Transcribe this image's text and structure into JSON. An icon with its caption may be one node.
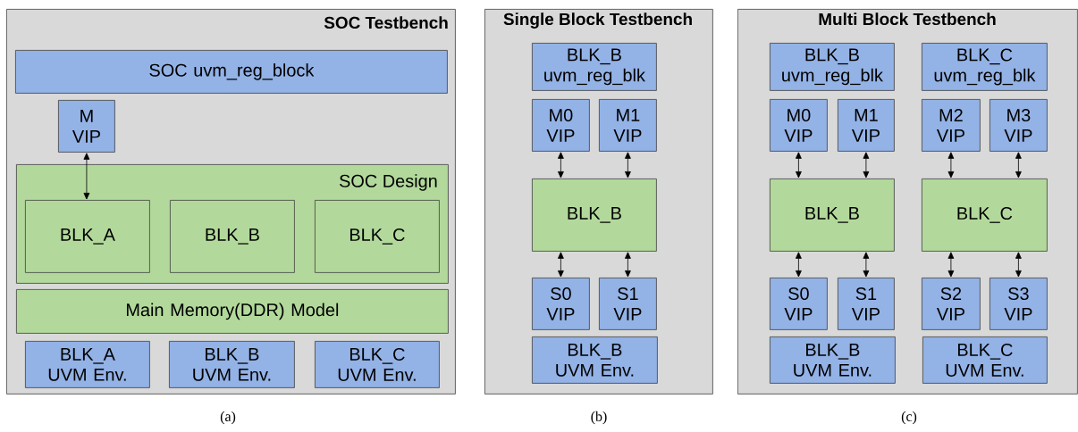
{
  "diagram": {
    "nodes": [
      {
        "text": [
          "SOC Testbench"
        ]
      },
      {
        "text": [
          "SOC uvm_reg_block"
        ],
        "in": 0
      },
      {
        "text": [
          "M VIP"
        ],
        "in": 0
      },
      {
        "text": [
          "SOC Design"
        ],
        "in": 0
      },
      {
        "text": [
          "BLK_A"
        ],
        "in": 3
      },
      {
        "text": [
          "BLK_B"
        ],
        "in": 3
      },
      {
        "text": [
          "BLK_C"
        ],
        "in": 3
      },
      {
        "text": [
          "Main Memory(DDR) Model"
        ],
        "in": 0
      },
      {
        "text": [
          "BLK_A UVM Env."
        ],
        "in": 0
      },
      {
        "text": [
          "BLK_B UVM Env."
        ],
        "in": 0
      },
      {
        "text": [
          "BLK_C UVM Env."
        ],
        "in": 0
      },
      {
        "text": [
          "Single Block Testbench"
        ]
      },
      {
        "text": [
          "BLK_B uvm_reg_blk"
        ],
        "in": 11
      },
      {
        "text": [
          "M0 VIP"
        ],
        "in": 11
      },
      {
        "text": [
          "M1 VIP"
        ],
        "in": 11
      },
      {
        "text": [
          "BLK_B"
        ],
        "in": 11
      },
      {
        "text": [
          "S0 VIP"
        ],
        "in": 11
      },
      {
        "text": [
          "S1 VIP"
        ],
        "in": 11
      },
      {
        "text": [
          "BLK_B UVM Env."
        ],
        "in": 11
      },
      {
        "text": [
          "Multi Block Testbench"
        ]
      },
      {
        "text": [
          "BLK_B uvm_reg_blk"
        ],
        "in": 19
      },
      {
        "text": [
          "BLK_C uvm_reg_blk"
        ],
        "in": 19
      },
      {
        "text": [
          "M0 VIP"
        ],
        "in": 19
      },
      {
        "text": [
          "M1 VIP"
        ],
        "in": 19
      },
      {
        "text": [
          "M2 VIP"
        ],
        "in": 19
      },
      {
        "text": [
          "M3 VIP"
        ],
        "in": 19
      },
      {
        "text": [
          "BLK_B"
        ],
        "in": 19
      },
      {
        "text": [
          "BLK_C"
        ],
        "in": 19
      },
      {
        "text": [
          "S0 VIP"
        ],
        "in": 19
      },
      {
        "text": [
          "S1 VIP"
        ],
        "in": 19
      },
      {
        "text": [
          "S2 VIP"
        ],
        "in": 19
      },
      {
        "text": [
          "S3 VIP"
        ],
        "in": 19
      },
      {
        "text": [
          "BLK_B UVM Env."
        ],
        "in": 19
      },
      {
        "text": [
          "BLK_C UVM Env."
        ],
        "in": 19
      }
    ],
    "edges": [
      {
        "from": 2,
        "to": 4,
        "arrow": "both"
      },
      {
        "from": 13,
        "to": 15,
        "arrow": "both"
      },
      {
        "from": 14,
        "to": 15,
        "arrow": "both"
      },
      {
        "from": 15,
        "to": 16,
        "arrow": "both"
      },
      {
        "from": 15,
        "to": 17,
        "arrow": "both"
      },
      {
        "from": 22,
        "to": 26,
        "arrow": "both"
      },
      {
        "from": 23,
        "to": 26,
        "arrow": "both"
      },
      {
        "from": 24,
        "to": 27,
        "arrow": "both"
      },
      {
        "from": 25,
        "to": 27,
        "arrow": "both"
      },
      {
        "from": 26,
        "to": 28,
        "arrow": "both"
      },
      {
        "from": 26,
        "to": 29,
        "arrow": "both"
      },
      {
        "from": 27,
        "to": 30,
        "arrow": "both"
      },
      {
        "from": 27,
        "to": 31,
        "arrow": "both"
      }
    ],
    "labels": [
      "(a)",
      "(b)",
      "(c)"
    ]
  }
}
